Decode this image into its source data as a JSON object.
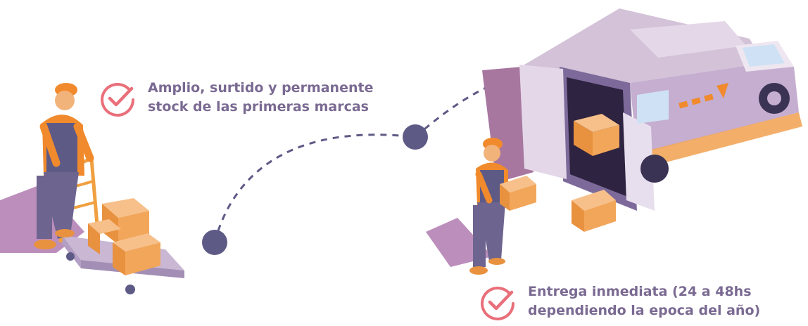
{
  "features": [
    {
      "icon": "check-circle-icon",
      "lines": [
        "Amplio, surtido y permanente",
        "stock de las primeras marcas"
      ]
    },
    {
      "icon": "check-circle-icon",
      "lines": [
        "Entrega inmediata (24 a 48hs",
        "dependiendo la epoca del año)"
      ]
    }
  ],
  "colors": {
    "accent": "#e96f7a",
    "text": "#7a6a92",
    "purple": "#a777a0",
    "dark_purple": "#5e5a86",
    "orange": "#f08a2c",
    "box": "#f2a65a"
  }
}
